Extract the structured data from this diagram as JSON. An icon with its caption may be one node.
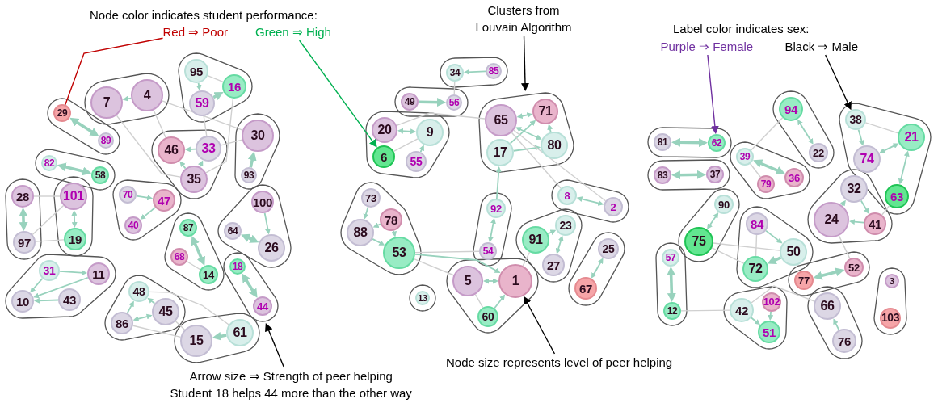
{
  "diagram": {
    "nodes": [
      {
        "text": [
          "Red ⇒ Poor"
        ]
      },
      {
        "text": [
          "Green ⇒ High"
        ]
      },
      {
        "text": [
          "Clusters from Louvain Algorithm"
        ]
      },
      {
        "text": [
          "Purple ⇒ Female"
        ]
      },
      {
        "text": [
          "Black ⇒ Male"
        ]
      },
      {
        "text": [],
        "shape": "outline"
      },
      {
        "text": [
          "29"
        ],
        "in": 5
      },
      {
        "text": [
          "89"
        ],
        "in": 5
      },
      {
        "text": [],
        "shape": "outline"
      },
      {
        "text": [
          "7"
        ],
        "in": 8
      },
      {
        "text": [
          "4"
        ],
        "in": 8
      },
      {
        "text": [],
        "shape": "outline"
      },
      {
        "text": [
          "95"
        ],
        "in": 11
      },
      {
        "text": [
          "16"
        ],
        "in": 11
      },
      {
        "text": [
          "59"
        ],
        "in": 11
      },
      {
        "text": [],
        "shape": "outline"
      },
      {
        "text": [
          "46"
        ],
        "in": 15
      },
      {
        "text": [
          "33"
        ],
        "in": 15
      },
      {
        "text": [
          "35"
        ],
        "in": 15
      },
      {
        "text": [],
        "shape": "outline"
      },
      {
        "text": [
          "30"
        ],
        "in": 19
      },
      {
        "text": [
          "93"
        ],
        "in": 19
      },
      {
        "text": [],
        "shape": "outline"
      },
      {
        "text": [
          "82"
        ],
        "in": 22
      },
      {
        "text": [
          "58"
        ],
        "in": 22
      },
      {
        "text": [],
        "shape": "outline"
      },
      {
        "text": [
          "28"
        ],
        "in": 25
      },
      {
        "text": [
          "97"
        ],
        "in": 25
      },
      {
        "text": [],
        "shape": "outline"
      },
      {
        "text": [
          "101"
        ],
        "in": 28
      },
      {
        "text": [
          "19"
        ],
        "in": 28
      },
      {
        "text": [],
        "shape": "outline"
      },
      {
        "text": [
          "70"
        ],
        "in": 31
      },
      {
        "text": [
          "47"
        ],
        "in": 31
      },
      {
        "text": [
          "40"
        ],
        "in": 31
      },
      {
        "text": [],
        "shape": "outline"
      },
      {
        "text": [
          "100"
        ],
        "in": 35
      },
      {
        "text": [
          "64"
        ],
        "in": 35
      },
      {
        "text": [
          "26"
        ],
        "in": 35
      },
      {
        "text": [],
        "shape": "outline"
      },
      {
        "text": [
          "87"
        ],
        "in": 39
      },
      {
        "text": [
          "68"
        ],
        "in": 39
      },
      {
        "text": [
          "14"
        ],
        "in": 39
      },
      {
        "text": [],
        "shape": "outline"
      },
      {
        "text": [
          "18"
        ],
        "in": 43
      },
      {
        "text": [
          "44"
        ],
        "in": 43
      },
      {
        "text": [],
        "shape": "outline"
      },
      {
        "text": [
          "31"
        ],
        "in": 46
      },
      {
        "text": [
          "11"
        ],
        "in": 46
      },
      {
        "text": [
          "10"
        ],
        "in": 46
      },
      {
        "text": [
          "43"
        ],
        "in": 46
      },
      {
        "text": [],
        "shape": "outline"
      },
      {
        "text": [
          "48"
        ],
        "in": 51
      },
      {
        "text": [
          "45"
        ],
        "in": 51
      },
      {
        "text": [
          "86"
        ],
        "in": 51
      },
      {
        "text": [],
        "shape": "outline"
      },
      {
        "text": [
          "15"
        ],
        "in": 55
      },
      {
        "text": [
          "61"
        ],
        "in": 55
      },
      {
        "text": [],
        "shape": "outline"
      },
      {
        "text": [
          "34"
        ],
        "in": 58
      },
      {
        "text": [
          "85"
        ],
        "in": 58
      },
      {
        "text": [],
        "shape": "outline"
      },
      {
        "text": [
          "49"
        ],
        "in": 61
      },
      {
        "text": [
          "56"
        ],
        "in": 61
      },
      {
        "text": [],
        "shape": "outline"
      },
      {
        "text": [
          "20"
        ],
        "in": 64
      },
      {
        "text": [
          "9"
        ],
        "in": 64
      },
      {
        "text": [
          "6"
        ],
        "in": 64
      },
      {
        "text": [
          "55"
        ],
        "in": 64
      },
      {
        "text": [],
        "shape": "outline"
      },
      {
        "text": [
          "65"
        ],
        "in": 69
      },
      {
        "text": [
          "71"
        ],
        "in": 69
      },
      {
        "text": [
          "17"
        ],
        "in": 69
      },
      {
        "text": [
          "80"
        ],
        "in": 69
      },
      {
        "text": [],
        "shape": "outline"
      },
      {
        "text": [
          "8"
        ],
        "in": 74
      },
      {
        "text": [
          "2"
        ],
        "in": 74
      },
      {
        "text": [],
        "shape": "outline"
      },
      {
        "text": [
          "73"
        ],
        "in": 77
      },
      {
        "text": [
          "78"
        ],
        "in": 77
      },
      {
        "text": [
          "88"
        ],
        "in": 77
      },
      {
        "text": [
          "53"
        ],
        "in": 77
      },
      {
        "text": [],
        "shape": "outline"
      },
      {
        "text": [
          "92"
        ],
        "in": 82
      },
      {
        "text": [
          "54"
        ],
        "in": 82
      },
      {
        "text": [],
        "shape": "outline"
      },
      {
        "text": [
          "91"
        ],
        "in": 85
      },
      {
        "text": [
          "23"
        ],
        "in": 85
      },
      {
        "text": [
          "27"
        ],
        "in": 85
      },
      {
        "text": [],
        "shape": "outline"
      },
      {
        "text": [
          "25"
        ],
        "in": 89
      },
      {
        "text": [
          "67"
        ],
        "in": 89
      },
      {
        "text": [],
        "shape": "outline"
      },
      {
        "text": [
          "5"
        ],
        "in": 92
      },
      {
        "text": [
          "1"
        ],
        "in": 92
      },
      {
        "text": [
          "60"
        ],
        "in": 92
      },
      {
        "text": [],
        "shape": "outline"
      },
      {
        "text": [
          "13"
        ],
        "in": 96
      },
      {
        "text": [],
        "shape": "outline"
      },
      {
        "text": [
          "81"
        ],
        "in": 98
      },
      {
        "text": [
          "62"
        ],
        "in": 98
      },
      {
        "text": [],
        "shape": "outline"
      },
      {
        "text": [
          "83"
        ],
        "in": 101
      },
      {
        "text": [
          "37"
        ],
        "in": 101
      },
      {
        "text": [],
        "shape": "outline"
      },
      {
        "text": [
          "94"
        ],
        "in": 104
      },
      {
        "text": [
          "22"
        ],
        "in": 104
      },
      {
        "text": [],
        "shape": "outline"
      },
      {
        "text": [
          "39"
        ],
        "in": 107
      },
      {
        "text": [
          "36"
        ],
        "in": 107
      },
      {
        "text": [
          "79"
        ],
        "in": 107
      },
      {
        "text": [],
        "shape": "outline"
      },
      {
        "text": [
          "38"
        ],
        "in": 111
      },
      {
        "text": [
          "21"
        ],
        "in": 111
      },
      {
        "text": [
          "74"
        ],
        "in": 111
      },
      {
        "text": [
          "63"
        ],
        "in": 111
      },
      {
        "text": [],
        "shape": "outline"
      },
      {
        "text": [
          "32"
        ],
        "in": 116
      },
      {
        "text": [
          "24"
        ],
        "in": 116
      },
      {
        "text": [
          "41"
        ],
        "in": 116
      },
      {
        "text": [],
        "shape": "outline"
      },
      {
        "text": [
          "90"
        ],
        "in": 120
      },
      {
        "text": [
          "75"
        ],
        "in": 120
      },
      {
        "text": [],
        "shape": "outline"
      },
      {
        "text": [
          "84"
        ],
        "in": 123
      },
      {
        "text": [
          "50"
        ],
        "in": 123
      },
      {
        "text": [
          "72"
        ],
        "in": 123
      },
      {
        "text": [],
        "shape": "outline"
      },
      {
        "text": [
          "57"
        ],
        "in": 127
      },
      {
        "text": [
          "12"
        ],
        "in": 127
      },
      {
        "text": [],
        "shape": "outline"
      },
      {
        "text": [
          "77"
        ],
        "in": 130
      },
      {
        "text": [
          "52"
        ],
        "in": 130
      },
      {
        "text": [],
        "shape": "outline"
      },
      {
        "text": [
          "42"
        ],
        "in": 133
      },
      {
        "text": [
          "102"
        ],
        "in": 133
      },
      {
        "text": [
          "51"
        ],
        "in": 133
      },
      {
        "text": [],
        "shape": "outline"
      },
      {
        "text": [
          "66"
        ],
        "in": 137
      },
      {
        "text": [
          "76"
        ],
        "in": 137
      },
      {
        "text": [],
        "shape": "outline"
      },
      {
        "text": [
          "3"
        ],
        "in": 140
      },
      {
        "text": [
          "103"
        ],
        "in": 140
      },
      {
        "text": [
          "Node size represents level of peer helping"
        ]
      },
      {
        "text": [
          "Arrow size ⇒ Strength of peer helping",
          "Student 18 helps 44 more than the other way"
        ]
      }
    ],
    "edges": [
      {
        "from": 0,
        "to": 6,
        "arrow": "none",
        "color": "#c00000"
      },
      {
        "from": 1,
        "to": 67,
        "arrow": "to",
        "color": "#00b050"
      },
      {
        "from": 2,
        "to": 69,
        "arrow": "to",
        "color": "#000000"
      },
      {
        "from": 3,
        "to": 100,
        "arrow": "to",
        "color": "#7030a0"
      },
      {
        "from": 4,
        "to": 112,
        "arrow": "to",
        "color": "#000000"
      },
      {
        "from": 143,
        "to": 94,
        "arrow": "to",
        "color": "#000000"
      },
      {
        "from": 144,
        "to": 43,
        "arrow": "to",
        "color": "#000000"
      },
      {
        "from": 6,
        "to": 7,
        "arrow": "both",
        "style": "thick"
      },
      {
        "from": 10,
        "to": 9,
        "arrow": "to"
      },
      {
        "from": 14,
        "to": 13,
        "arrow": "to",
        "style": "thick"
      },
      {
        "from": 12,
        "to": 14,
        "arrow": "to"
      },
      {
        "from": 12,
        "to": 13,
        "arrow": "none",
        "color": "#d0d0d0"
      },
      {
        "from": 17,
        "to": 16,
        "arrow": "to"
      },
      {
        "from": 18,
        "to": 16,
        "arrow": "to"
      },
      {
        "from": 18,
        "to": 17,
        "arrow": "to"
      },
      {
        "from": 21,
        "to": 20,
        "arrow": "to",
        "style": "thick"
      },
      {
        "from": 23,
        "to": 24,
        "arrow": "both",
        "style": "thick"
      },
      {
        "from": 26,
        "to": 27,
        "arrow": "both",
        "style": "thick"
      },
      {
        "from": 29,
        "to": 30,
        "arrow": "both"
      },
      {
        "from": 27,
        "to": 30,
        "arrow": "none",
        "color": "#d0d0d0"
      },
      {
        "from": 27,
        "to": 29,
        "arrow": "none",
        "color": "#d0d0d0"
      },
      {
        "from": 26,
        "to": 29,
        "arrow": "none",
        "color": "#d0d0d0"
      },
      {
        "from": 32,
        "to": 33,
        "arrow": "to"
      },
      {
        "from": 33,
        "to": 34,
        "arrow": "to"
      },
      {
        "from": 36,
        "to": 38,
        "arrow": "to"
      },
      {
        "from": 37,
        "to": 38,
        "arrow": "both",
        "style": "thick"
      },
      {
        "from": 40,
        "to": 42,
        "arrow": "both",
        "style": "thick"
      },
      {
        "from": 41,
        "to": 42,
        "arrow": "none",
        "color": "#d0d0d0"
      },
      {
        "from": 44,
        "to": 45,
        "arrow": "both",
        "style": "thick"
      },
      {
        "from": 47,
        "to": 48,
        "arrow": "to"
      },
      {
        "from": 48,
        "to": 49,
        "arrow": "to"
      },
      {
        "from": 47,
        "to": 49,
        "arrow": "to"
      },
      {
        "from": 50,
        "to": 49,
        "arrow": "to"
      },
      {
        "from": 54,
        "to": 52,
        "arrow": "to"
      },
      {
        "from": 54,
        "to": 53,
        "arrow": "both"
      },
      {
        "from": 53,
        "to": 52,
        "arrow": "to"
      },
      {
        "from": 57,
        "to": 56,
        "arrow": "to",
        "style": "thick"
      },
      {
        "from": 52,
        "to": 57,
        "arrow": "none",
        "color": "#d0d0d0"
      },
      {
        "from": 54,
        "to": 56,
        "arrow": "none",
        "color": "#d0d0d0"
      },
      {
        "from": 53,
        "to": 56,
        "arrow": "none",
        "color": "#d0d0d0"
      },
      {
        "from": 9,
        "to": 18,
        "arrow": "none",
        "color": "#d0d0d0"
      },
      {
        "from": 10,
        "to": 20,
        "arrow": "none",
        "color": "#d0d0d0"
      },
      {
        "from": 10,
        "to": 16,
        "arrow": "none",
        "color": "#d0d0d0"
      },
      {
        "from": 14,
        "to": 17,
        "arrow": "none",
        "color": "#d0d0d0"
      },
      {
        "from": 13,
        "to": 18,
        "arrow": "none",
        "color": "#d0d0d0"
      },
      {
        "from": 17,
        "to": 20,
        "arrow": "none",
        "color": "#d0d0d0"
      },
      {
        "from": 60,
        "to": 59,
        "arrow": "to"
      },
      {
        "from": 59,
        "to": 63,
        "arrow": "none",
        "color": "#d0d0d0"
      },
      {
        "from": 62,
        "to": 63,
        "arrow": "to",
        "style": "thick"
      },
      {
        "from": 65,
        "to": 66,
        "arrow": "both"
      },
      {
        "from": 68,
        "to": 66,
        "arrow": "to"
      },
      {
        "from": 67,
        "to": 66,
        "arrow": "none",
        "color": "#d0d0d0"
      },
      {
        "from": 70,
        "to": 71,
        "arrow": "both"
      },
      {
        "from": 72,
        "to": 71,
        "arrow": "to"
      },
      {
        "from": 73,
        "to": 71,
        "arrow": "to"
      },
      {
        "from": 70,
        "to": 73,
        "arrow": "both"
      },
      {
        "from": 72,
        "to": 73,
        "arrow": "to"
      },
      {
        "from": 65,
        "to": 70,
        "arrow": "none",
        "color": "#d0d0d0"
      },
      {
        "from": 70,
        "to": 76,
        "arrow": "none",
        "color": "#d0d0d0"
      },
      {
        "from": 70,
        "to": 75,
        "arrow": "none",
        "color": "#d0d0d0"
      },
      {
        "from": 75,
        "to": 76,
        "arrow": "both"
      },
      {
        "from": 78,
        "to": 80,
        "arrow": "to"
      },
      {
        "from": 79,
        "to": 80,
        "arrow": "to"
      },
      {
        "from": 79,
        "to": 81,
        "arrow": "to"
      },
      {
        "from": 80,
        "to": 81,
        "arrow": "to"
      },
      {
        "from": 83,
        "to": 72,
        "arrow": "to"
      },
      {
        "from": 84,
        "to": 83,
        "arrow": "both"
      },
      {
        "from": 81,
        "to": 84,
        "arrow": "none",
        "color": "#d0d0d0"
      },
      {
        "from": 81,
        "to": 94,
        "arrow": "to"
      },
      {
        "from": 81,
        "to": 93,
        "arrow": "none",
        "color": "#d0d0d0"
      },
      {
        "from": 93,
        "to": 94,
        "arrow": "both"
      },
      {
        "from": 93,
        "to": 95,
        "arrow": "none",
        "color": "#d0d0d0"
      },
      {
        "from": 95,
        "to": 94,
        "arrow": "to"
      },
      {
        "from": 86,
        "to": 94,
        "arrow": "none",
        "color": "#d0d0d0"
      },
      {
        "from": 86,
        "to": 87,
        "arrow": "to"
      },
      {
        "from": 88,
        "to": 87,
        "arrow": "both"
      },
      {
        "from": 90,
        "to": 91,
        "arrow": "both"
      },
      {
        "from": 99,
        "to": 100,
        "arrow": "both",
        "style": "thick"
      },
      {
        "from": 102,
        "to": 103,
        "arrow": "both",
        "style": "thick"
      },
      {
        "from": 105,
        "to": 106,
        "arrow": "both"
      },
      {
        "from": 105,
        "to": 108,
        "arrow": "none",
        "color": "#d0d0d0"
      },
      {
        "from": 108,
        "to": 109,
        "arrow": "both",
        "style": "thick"
      },
      {
        "from": 108,
        "to": 110,
        "arrow": "none",
        "color": "#d0d0d0"
      },
      {
        "from": 112,
        "to": 114,
        "arrow": "to"
      },
      {
        "from": 112,
        "to": 113,
        "arrow": "none",
        "color": "#d0d0d0"
      },
      {
        "from": 114,
        "to": 113,
        "arrow": "both"
      },
      {
        "from": 115,
        "to": 113,
        "arrow": "both"
      },
      {
        "from": 118,
        "to": 117,
        "arrow": "to"
      },
      {
        "from": 117,
        "to": 119,
        "arrow": "to"
      },
      {
        "from": 119,
        "to": 118,
        "arrow": "to"
      },
      {
        "from": 115,
        "to": 119,
        "arrow": "none",
        "color": "#d0d0d0"
      },
      {
        "from": 118,
        "to": 132,
        "arrow": "none",
        "color": "#d0d0d0"
      },
      {
        "from": 121,
        "to": 122,
        "arrow": "both"
      },
      {
        "from": 124,
        "to": 125,
        "arrow": "to"
      },
      {
        "from": 124,
        "to": 126,
        "arrow": "none",
        "color": "#d0d0d0"
      },
      {
        "from": 125,
        "to": 126,
        "arrow": "to",
        "style": "thick"
      },
      {
        "from": 122,
        "to": 125,
        "arrow": "none",
        "color": "#d0d0d0"
      },
      {
        "from": 122,
        "to": 126,
        "arrow": "none",
        "color": "#d0d0d0"
      },
      {
        "from": 128,
        "to": 129,
        "arrow": "both",
        "style": "thick"
      },
      {
        "from": 129,
        "to": 134,
        "arrow": "none",
        "color": "#d0d0d0"
      },
      {
        "from": 134,
        "to": 138,
        "arrow": "none",
        "color": "#d0d0d0"
      },
      {
        "from": 131,
        "to": 132,
        "arrow": "both",
        "style": "thick"
      },
      {
        "from": 135,
        "to": 136,
        "arrow": "to"
      },
      {
        "from": 134,
        "to": 136,
        "arrow": "to"
      },
      {
        "from": 139,
        "to": 138,
        "arrow": "to"
      }
    ],
    "labels": [
      "Node color indicates student performance:",
      "Label color indicates sex:"
    ]
  }
}
